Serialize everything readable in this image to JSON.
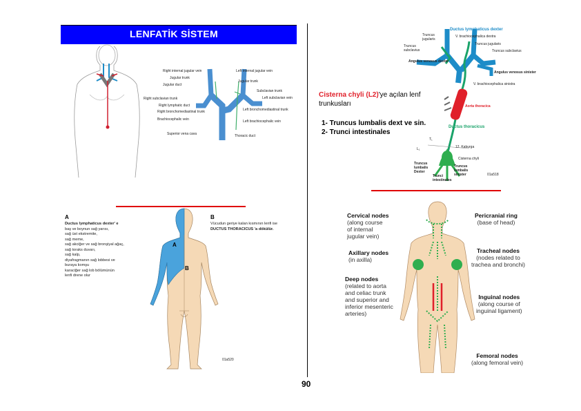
{
  "title": "LENFATİK SİSTEM",
  "page_number": "90",
  "cisterna_note": {
    "bold": "Cisterna chyli (L2)",
    "rest_1": "'ye açılan lenf",
    "rest_2": "trunkusları"
  },
  "trunci_list": [
    "1- Truncus lumbalis dext ve sin.",
    "2- Trunci intestinales"
  ],
  "top_middle_labels_left": [
    "Right internal jugular vein",
    "Jugular trunk",
    "Jugular duct",
    "Right subclavian trunk",
    "Right lymphatic duct",
    "Right bronchomediastinal trunk",
    "Brachiocephalic vein",
    "Superior vena cava"
  ],
  "top_middle_labels_right": [
    "Left internal jugular vein",
    "Jugular trunk",
    "Subclavian trunk",
    "Left subclavian vein",
    "Left bronchomediastinal trunk",
    "Left brachiocephalic vein",
    "Thoracic duct"
  ],
  "top_right_labels": {
    "ductus_dexter": "Ductus lymphaticus dexter",
    "v_brachio_dextra": "V. brachiocephalica dextra",
    "truncus_jugularis_left": "Truncus jugularis",
    "truncus_subclavius_left": "Truncus subclavius",
    "truncus_jugularis_right": "Truncus jugularis",
    "truncus_subclavius_right": "Truncus subclavius",
    "angulus_dexter": "Angulus venosus dexter",
    "angulus_sinister": "Angulus venosus sinister",
    "v_brachio_sinistra": "V. brachiocephalica sinistra",
    "aorta": "Aorta thoracica",
    "ductus_thoracicus": "Ductus thoracicus",
    "t12": "T₁",
    "t12_kaburga": "12. Kaburga",
    "l1": "L₁",
    "cisterna_chyli": "Cisterna chyli",
    "truncus_lumbalis_dexter": [
      "Truncus",
      "lumbalis",
      "Dexter"
    ],
    "trunci_intestinales": [
      "Trunci",
      "intestinales"
    ],
    "truncus_lumbalis_sinister": [
      "Truncus",
      "lumbalis",
      "sinister"
    ],
    "code": "01a518"
  },
  "bottom_left": {
    "label_a": "A",
    "label_b": "B",
    "body_label_a": "A",
    "body_label_b": "B",
    "a_text": [
      "Ductus lymphaticus dexter' e",
      "baş ve boynun sağ yarısı,",
      "sağ üst ekstremite,",
      "sağ meme,",
      "sağ akciğer ve sağ bronşiyal ağaç,",
      "sağ toraks duvarı,",
      "sağ kalp,",
      "diyafragmanın sağ lobbesi ve",
      "buraya komşu",
      "karaciğer sağ lob bölümünün",
      "lenfi drene olur"
    ],
    "b_text": [
      "Vücudun geriye kalan kısmının lenfi ise",
      "DUCTUS THORACICUS 'a dökülür."
    ],
    "code": "01a520"
  },
  "bottom_right": {
    "cervical": {
      "title": "Cervical nodes",
      "desc": [
        "(along course",
        "of internal",
        "jugular vein)"
      ]
    },
    "axillary": {
      "title": "Axillary nodes",
      "desc": [
        "(in axilla)"
      ]
    },
    "deep": {
      "title": "Deep nodes",
      "desc": [
        "(related to aorta",
        "and celiac trunk",
        "and superior and",
        "inferior mesenteric",
        "arteries)"
      ]
    },
    "pericranial": {
      "title": "Pericranial ring",
      "desc": [
        "(base of head)"
      ]
    },
    "tracheal": {
      "title": "Tracheal nodes",
      "desc": [
        "(nodes related to",
        "trachea and bronchi)"
      ]
    },
    "inguinal": {
      "title": "Inguinal nodes",
      "desc": [
        "(along course of",
        "inguinal ligament)"
      ]
    },
    "femoral": {
      "title": "Femoral nodes",
      "desc": [
        "(along femoral vein)"
      ]
    }
  },
  "colors": {
    "title_bar": "#0000ff",
    "red_rule": "#e00000",
    "skin": "#f5d9b6",
    "vein_blue": "#1d8cc8",
    "lymph_green": "#1aa36a",
    "aorta_red": "#e0202a",
    "node_green": "#2fae4f",
    "drain_blue": "#4aa3dc"
  }
}
